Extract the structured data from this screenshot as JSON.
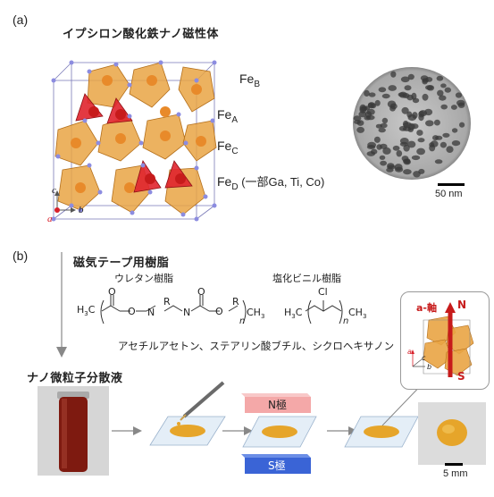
{
  "panel_a": {
    "label": "(a)",
    "title": "イプシロン酸化鉄ナノ磁性体",
    "fe_labels": [
      {
        "main": "Fe",
        "sub": "B",
        "suffix": ""
      },
      {
        "main": "Fe",
        "sub": "A",
        "suffix": ""
      },
      {
        "main": "Fe",
        "sub": "C",
        "suffix": ""
      },
      {
        "main": "Fe",
        "sub": "D",
        "suffix": " (一部Ga, Ti, Co)"
      }
    ],
    "axes": {
      "a": "a",
      "b": "b",
      "c": "c"
    },
    "scale_bar": "50 nm"
  },
  "panel_b": {
    "label": "(b)",
    "tape_resin": "磁気テープ用樹脂",
    "urethane": "ウレタン樹脂",
    "pvc": "塩化ビニル樹脂",
    "urethane_formula": {
      "h3c": "H",
      "h3c_sub": "3",
      "h3c_c": "C",
      "o": "O",
      "n": "N",
      "r": "R",
      "n_sub": "n",
      "ch3": "CH",
      "ch3_sub": "3"
    },
    "pvc_formula": {
      "h3c": "H",
      "h3c_sub": "3",
      "h3c_c": "C",
      "cl": "Cl",
      "n_sub": "n",
      "ch3": "CH",
      "ch3_sub": "3"
    },
    "solvents": "アセチルアセトン、ステアリン酸ブチル、シクロヘキサノン",
    "dispersion": "ナノ微粒子分散液",
    "n_pole": "N極",
    "s_pole": "S極",
    "inset": {
      "a_axis": "a-軸",
      "n": "N",
      "s": "S",
      "ax_a": "a",
      "ax_b": "b",
      "ax_c": "c"
    },
    "scale_bar": "5 mm"
  },
  "colors": {
    "orange": "#e8a13c",
    "red": "#d8202a",
    "blue_pole": "#3a64d6",
    "pink_pole": "#f4a8a8",
    "glass": "#e4eef7"
  }
}
